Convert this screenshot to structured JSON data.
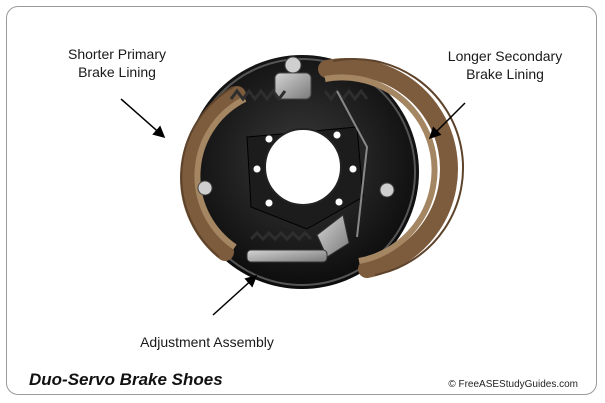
{
  "labels": {
    "primary_line1": "Shorter Primary",
    "primary_line2": "Brake Lining",
    "secondary_line1": "Longer Secondary",
    "secondary_line2": "Brake Lining",
    "adjustment": "Adjustment Assembly"
  },
  "caption": "Duo-Servo Brake Shoes",
  "credit": "© FreeASEStudyGuides.com",
  "colors": {
    "backing_plate": "#111111",
    "lining": "#8a6a4a",
    "shoe_metal": "#9b9b9b",
    "spring": "#3a3a3a",
    "arrow": "#000000"
  }
}
